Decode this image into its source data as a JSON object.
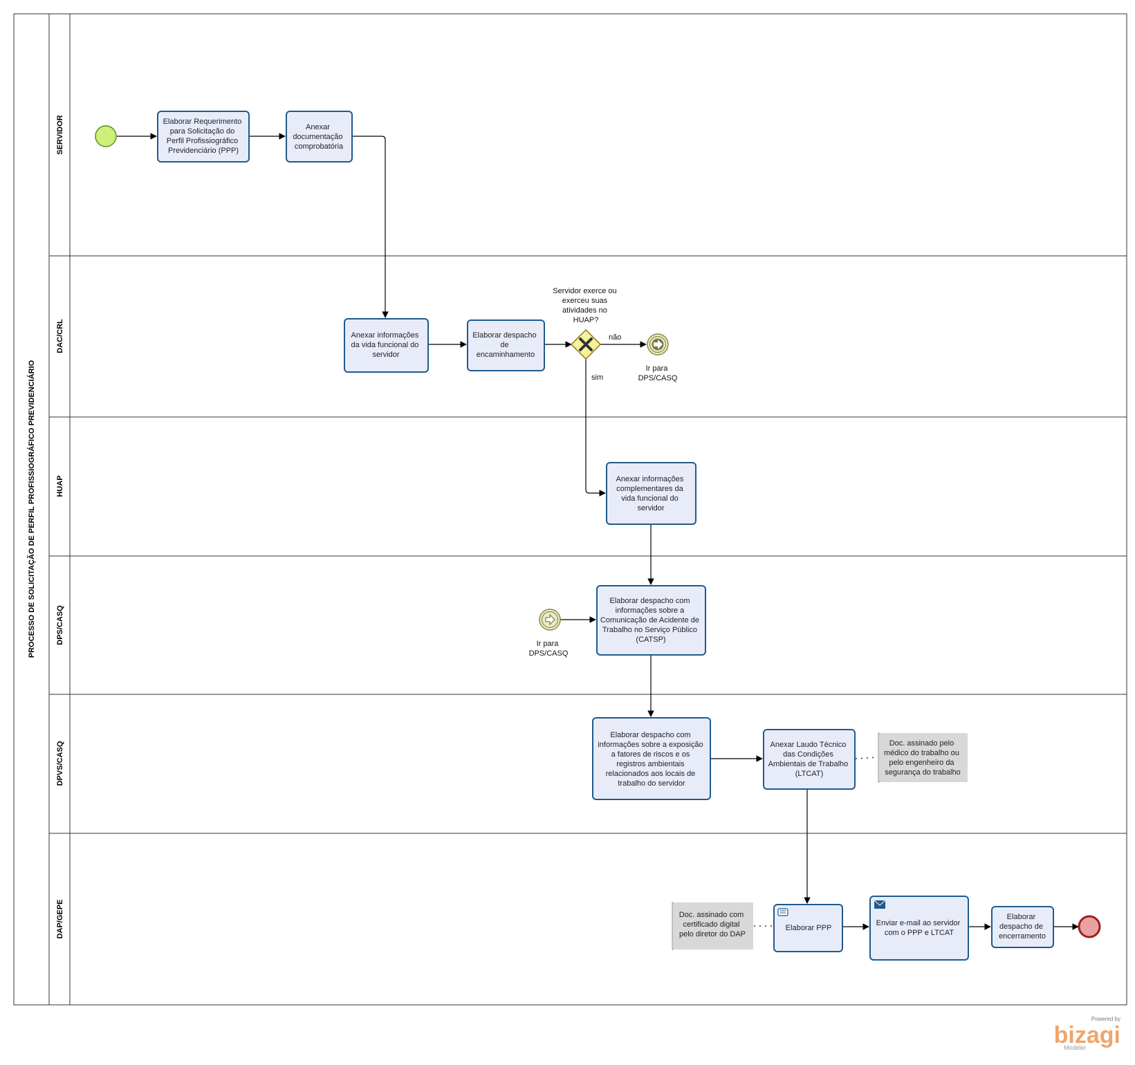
{
  "pool": {
    "title": "PROCESSO DE SOLICITAÇÃO DE PERFIL PROFISSIOGRÁFICO PREVIDENCIÁRIO"
  },
  "lanes": [
    {
      "label": "SERVIDOR"
    },
    {
      "label": "DAC/CRL"
    },
    {
      "label": "HUAP"
    },
    {
      "label": "DPS/CASQ"
    },
    {
      "label": "DPVS/CASQ"
    },
    {
      "label": "DAP/GEPE"
    }
  ],
  "tasks": {
    "t1": [
      "Elaborar Requerimento",
      "para Solicitação do",
      "Perfil Profissiográfico",
      "Previdenciário (PPP)"
    ],
    "t2": [
      "Anexar",
      "documentação",
      "comprobatória"
    ],
    "t3": [
      "Anexar informações",
      "da vida funcional do",
      "servidor"
    ],
    "t4": [
      "Elaborar despacho",
      "de",
      "encaminhamento"
    ],
    "t5": [
      "Anexar informações",
      "complementares da",
      "vida funcional do",
      "servidor"
    ],
    "t6": [
      "Elaborar despacho com",
      "informações sobre a",
      "Comunicação de Acidente de",
      "Trabalho no Serviço Público",
      "(CATSP)"
    ],
    "t7": [
      "Elaborar despacho com",
      "informações sobre a exposição",
      "a fatores de riscos e os",
      "registros ambientais",
      "relacionados aos locais de",
      "trabalho do servidor"
    ],
    "t8": [
      "Anexar Laudo Técnico",
      "das Condições",
      "Ambientais de Trabalho",
      "(LTCAT)"
    ],
    "t9": [
      "Elaborar PPP"
    ],
    "t10": [
      "Enviar e-mail ao servidor",
      "com o PPP e LTCAT"
    ],
    "t11": [
      "Elaborar",
      "despacho de",
      "encerramento"
    ]
  },
  "gateway": {
    "question": [
      "Servidor exerce ou",
      "exerceu suas",
      "atividades no",
      "HUAP?"
    ],
    "no_label": "não",
    "yes_label": "sim"
  },
  "links": {
    "throw_label": [
      "Ir para",
      "DPS/CASQ"
    ],
    "catch_label": [
      "Ir para",
      "DPS/CASQ"
    ]
  },
  "annotations": {
    "a1": [
      "Doc. assinado pelo",
      "médico do trabalho ou",
      "pelo engenheiro da",
      "segurança do trabalho"
    ],
    "a2": [
      "Doc. assinado com",
      "certificado digital",
      "pelo diretor do DAP"
    ]
  },
  "branding": {
    "powered": "Powered by",
    "name": "bizagi",
    "sub": "Modeler"
  },
  "colors": {
    "task_fill": "#e8ecf9",
    "task_stroke": "#1f5a8c",
    "start": "#ccf07a",
    "end": "#eaa1a1",
    "gateway": "#f7f19a",
    "annotation": "#d8d8d8",
    "link_event": "#ecebc7"
  }
}
